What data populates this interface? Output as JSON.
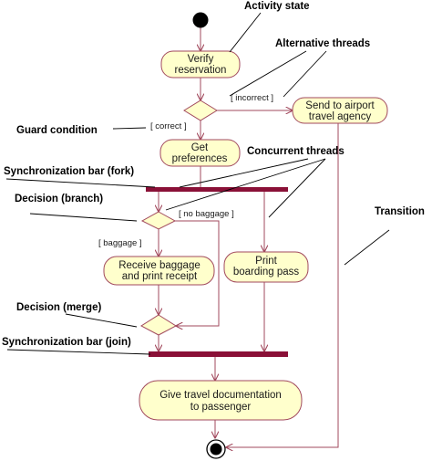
{
  "colors": {
    "node_fill": "#ffffcc",
    "node_stroke": "#a24a5e",
    "edge": "#a24a5e",
    "bar": "#8a1037",
    "start_end": "#000000",
    "annotation_line": "#000000"
  },
  "nodes": {
    "verify": [
      "Verify",
      "reservation"
    ],
    "airport": [
      "Send to airport",
      "travel agency"
    ],
    "preferences": [
      "Get",
      "preferences"
    ],
    "baggage": [
      "Receive baggage",
      "and print receipt"
    ],
    "boarding": [
      "Print",
      "boarding pass"
    ],
    "documentation": [
      "Give travel documentation",
      "to passenger"
    ]
  },
  "guards": {
    "incorrect": "[ incorrect ]",
    "correct": "[ correct ]",
    "no_baggage": "[ no baggage ]",
    "baggage": "[ baggage ]"
  },
  "annotations": {
    "activity_state": "Activity state",
    "alternative_threads": "Alternative threads",
    "guard_condition": "Guard condition",
    "concurrent_threads": "Concurrent threads",
    "sync_fork": "Synchronization bar (fork)",
    "decision_branch": "Decision (branch)",
    "transition": "Transition",
    "decision_merge": "Decision (merge)",
    "sync_join": "Synchronization bar (join)"
  }
}
